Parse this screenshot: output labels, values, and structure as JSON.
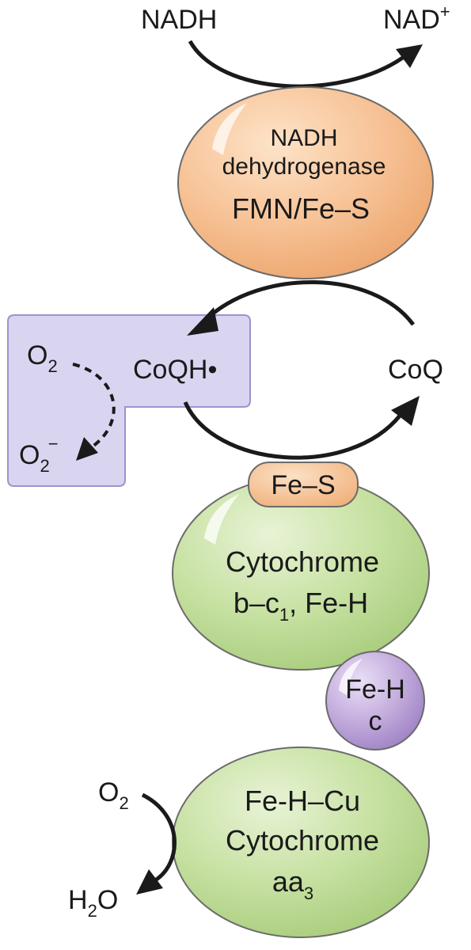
{
  "top": {
    "nadh": "NADH",
    "nad": "NAD",
    "nad_sup": "+"
  },
  "complex1": {
    "line1": "NADH",
    "line2": "dehydrogenase",
    "line3": "FMN/Fe–S"
  },
  "ros": {
    "o2": "O",
    "o2_sub": "2",
    "o2m": "O",
    "o2m_sub": "2",
    "o2m_sup": "−",
    "coqh": "CoQH•"
  },
  "coq": "CoQ",
  "fes": "Fe–S",
  "complex3": {
    "line1": "Cytochrome",
    "line2_a": "b–c",
    "line2_sub": "1",
    "line2_b": ", Fe-H"
  },
  "cytc": {
    "line1": "Fe-H",
    "line2": "c"
  },
  "complex4": {
    "line1": "Fe-H–Cu",
    "line2": "Cytochrome",
    "line3": "aa",
    "line3_sub": "3"
  },
  "bottom": {
    "o2": "O",
    "o2_sub": "2",
    "h2o_a": "H",
    "h2o_sub": "2",
    "h2o_b": "O"
  },
  "colors": {
    "orange": "#f6be8e",
    "green": "#c6e0a0",
    "purple": "#bca6d8",
    "lavender_box": "#d9d5f1",
    "box_border": "#9b94d0",
    "arrow": "#1a1a1a"
  }
}
